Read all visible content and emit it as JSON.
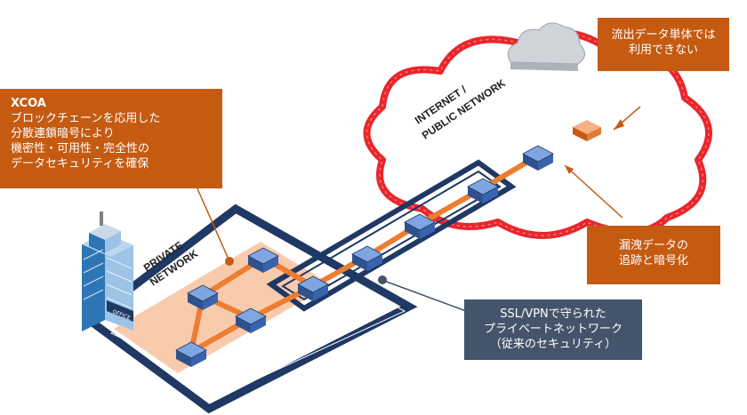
{
  "cloud_label": [
    "INTERNET /",
    "PUBLIC NETWORK"
  ],
  "private_label": [
    "PRIVATE",
    "NETWORK"
  ],
  "building_sign": "OFFICE",
  "callout_xcoa": {
    "title": "XCOA",
    "lines": [
      "ブロックチェーンを応用した",
      "分散連鎖暗号により",
      "機密性・可用性・完全性の",
      "データセキュリティを確保"
    ]
  },
  "callout_leak_unit": {
    "lines": [
      "流出データ単体では",
      "利用できない"
    ]
  },
  "callout_trace": {
    "lines": [
      "漏洩データの",
      "追跡と暗号化"
    ]
  },
  "callout_ssl": {
    "lines": [
      "SSL/VPNで守られた",
      "プライベートネットワーク",
      "（従来のセキュリティ）"
    ]
  },
  "colors": {
    "accent_orange": "#c55a11",
    "navy": "#1f3864",
    "cloud_red": "#e8262b",
    "node_blue": "#4472c4",
    "chain_orange": "#ed7d31",
    "zone_fill": "#f8cbad",
    "ssl_box": "#44546a"
  }
}
